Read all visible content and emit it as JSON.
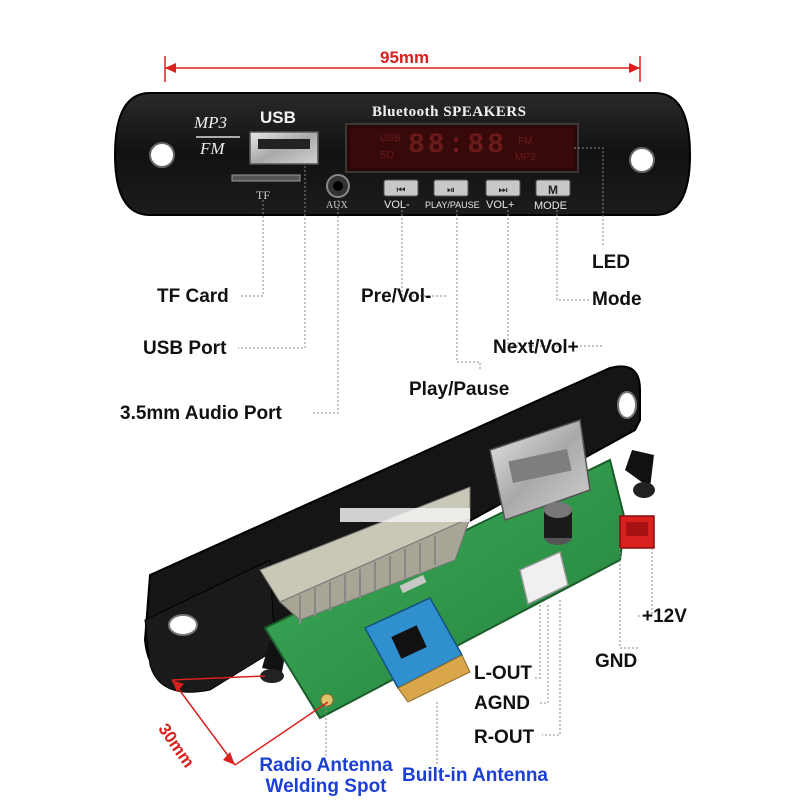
{
  "dimensions": {
    "width_label": "95mm",
    "height_label": "30mm"
  },
  "front_panel": {
    "brand_mp3": "MP3",
    "brand_fm": "FM",
    "usb_label": "USB",
    "tf_label": "TF",
    "aux_label": "AUX",
    "display_title": "Bluetooth SPEAKERS",
    "display_digits": "88:88",
    "display_tags": [
      "USB",
      "SD",
      "FM",
      "MP3"
    ],
    "buttons": [
      "VOL-",
      "PLAY/PAUSE",
      "VOL+",
      "MODE"
    ]
  },
  "callouts": {
    "tf_card": "TF Card",
    "usb_port": "USB Port",
    "audio_port": "3.5mm Audio Port",
    "pre_vol": "Pre/Vol-",
    "play_pause": "Play/Pause",
    "next_vol": "Next/Vol+",
    "led": "LED",
    "mode": "Mode",
    "plus_12v": "+12V",
    "gnd": "GND",
    "l_out": "L-OUT",
    "agnd": "AGND",
    "r_out": "R-OUT",
    "radio_antenna": "Radio Antenna",
    "welding_spot": "Welding Spot",
    "builtin_antenna": "Built-in Antenna"
  },
  "colors": {
    "dimension_red": "#d8211d",
    "callout_blue": "#1c3fd6",
    "panel_black": "#151515",
    "pcb_green": "#2f9a4c"
  }
}
